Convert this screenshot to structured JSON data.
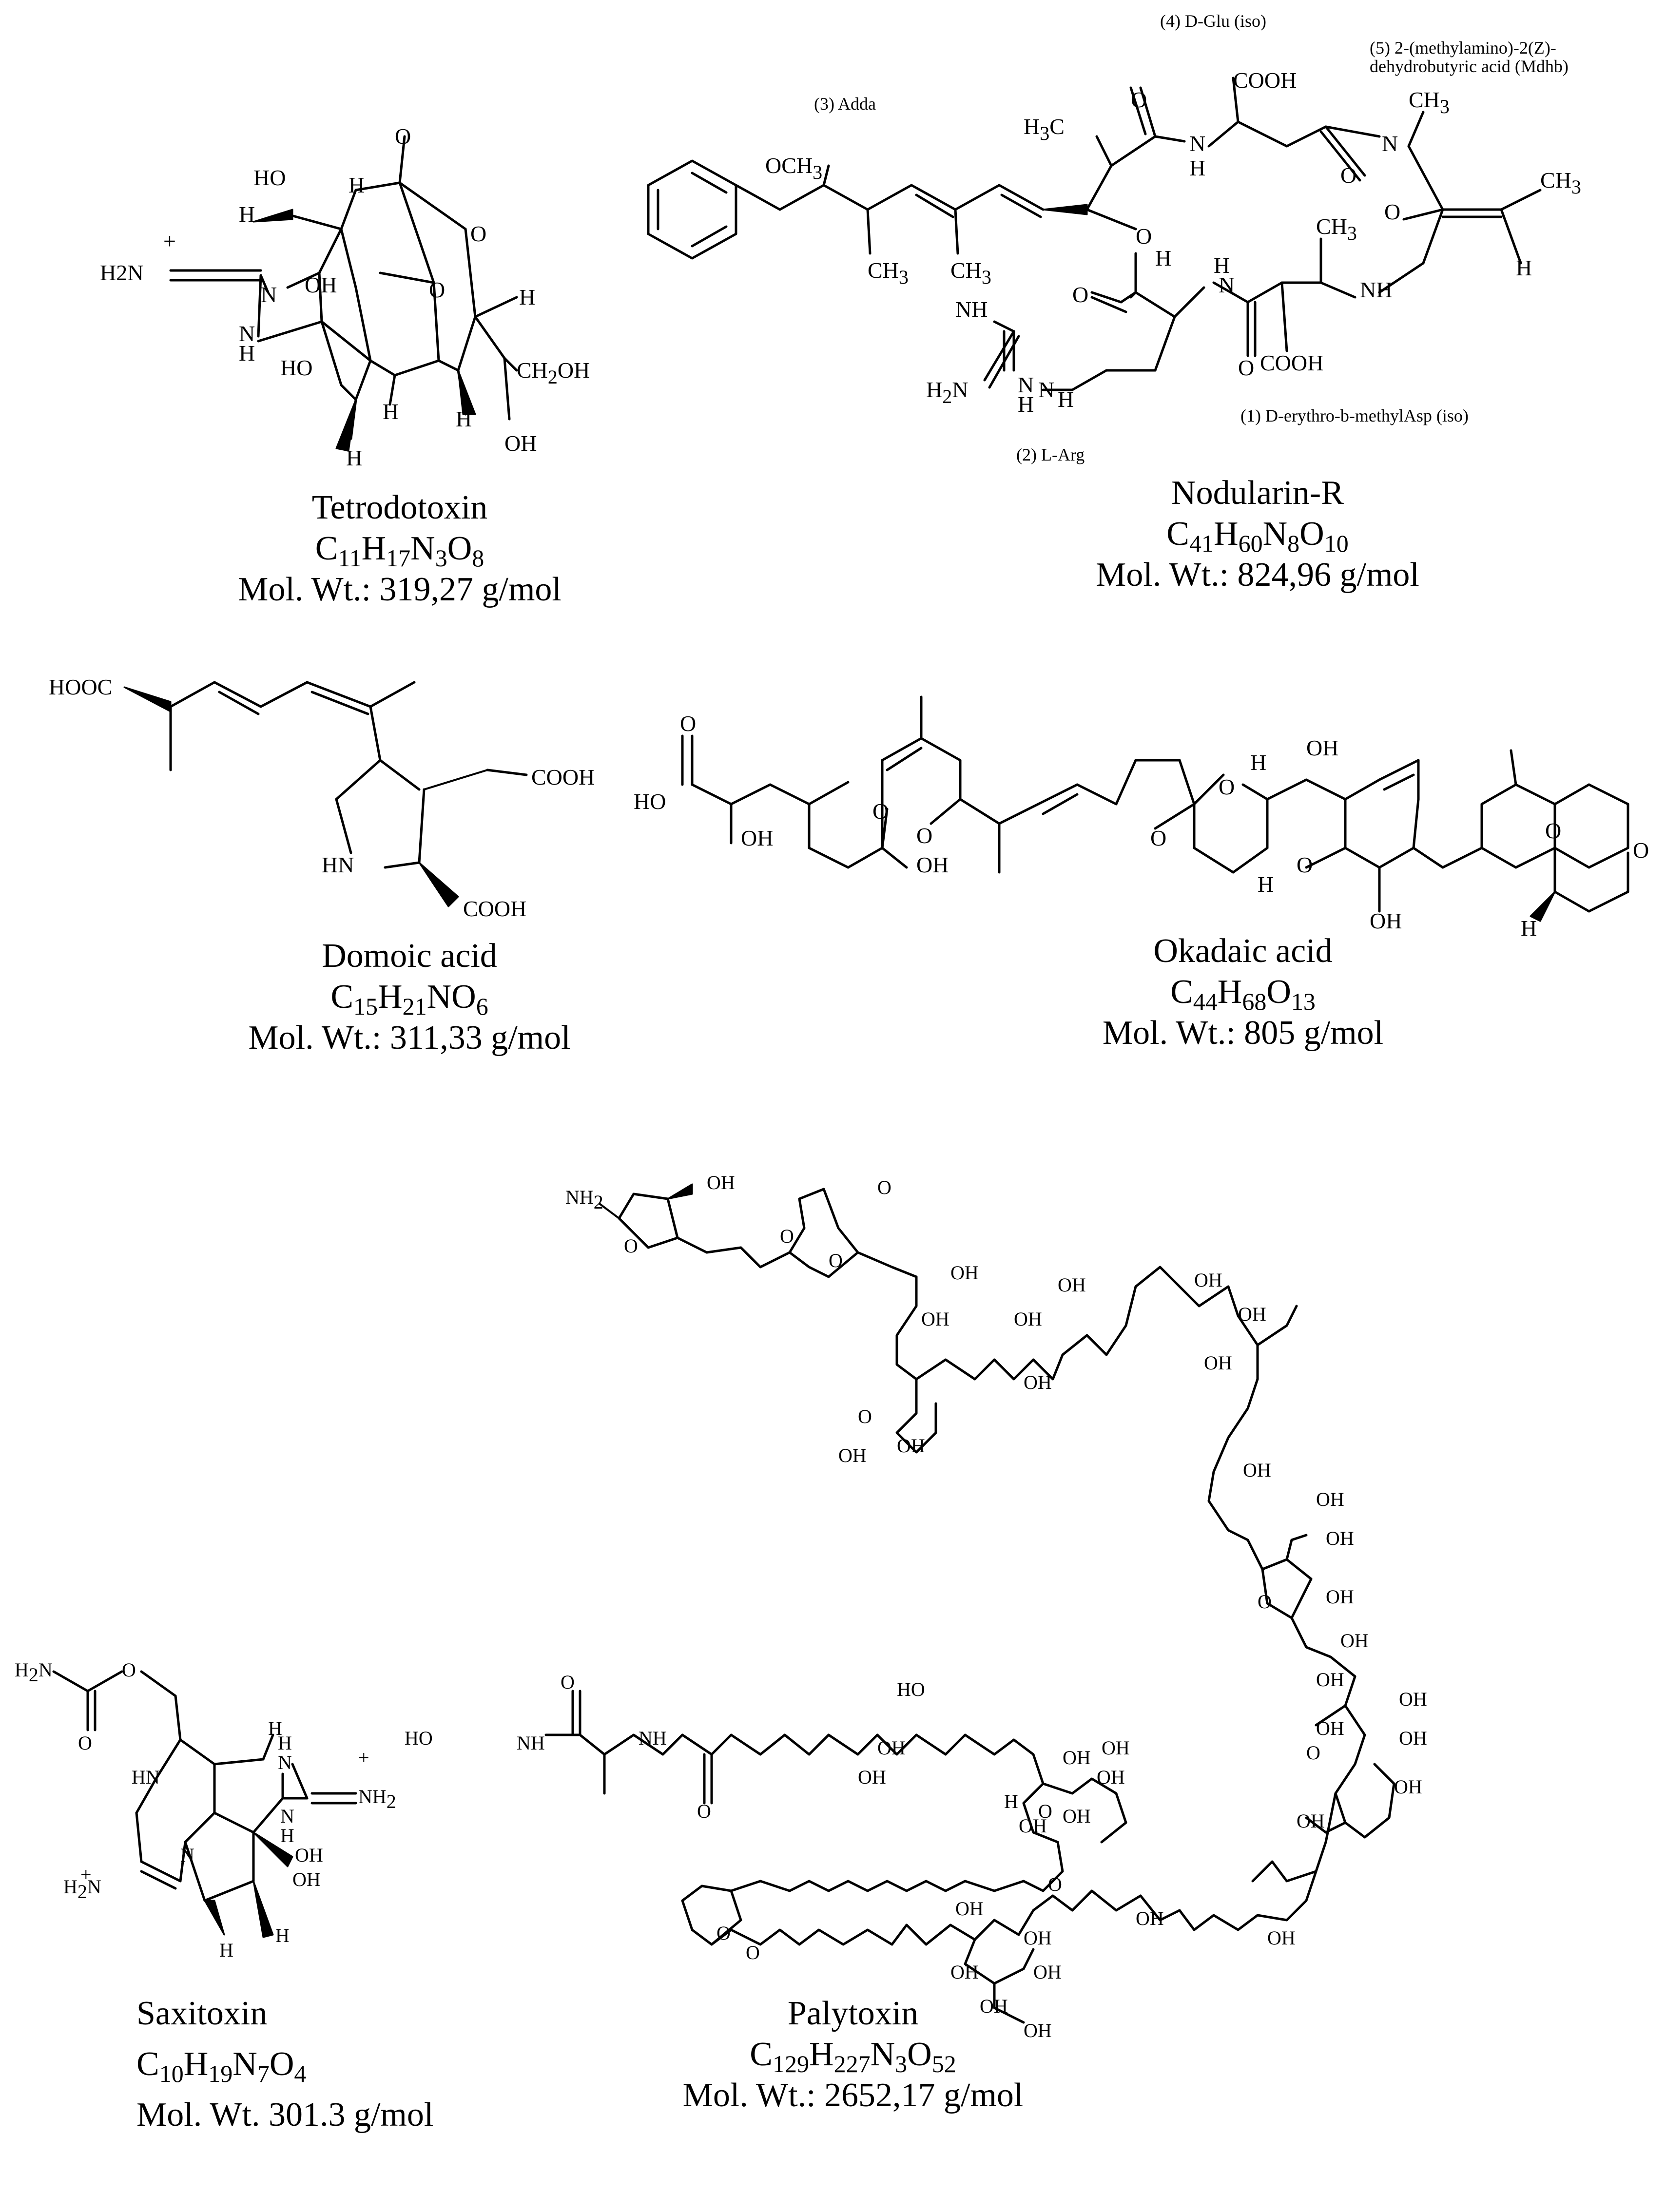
{
  "compounds": [
    {
      "name": "Tetrodotoxin",
      "formula": "C11H17N3O8",
      "mw": "Mol. Wt.: 319,27 g/mol"
    },
    {
      "name": "Nodularin-R",
      "formula": "C41H60N8O10",
      "mw": "Mol. Wt.: 824,96 g/mol"
    },
    {
      "name": "Domoic acid",
      "formula": "C15H21NO6",
      "mw": "Mol. Wt.: 311,33 g/mol"
    },
    {
      "name": "Okadaic acid",
      "formula": "C44H68O13",
      "mw": "Mol. Wt.: 805 g/mol"
    },
    {
      "name": "Saxitoxin",
      "formula": "C10H19N7O4",
      "mw": "Mol. Wt. 301.3 g/mol"
    },
    {
      "name": "Palytoxin",
      "formula": "C129H227N3O52",
      "mw": "Mol. Wt.: 2652,17 g/mol"
    }
  ],
  "nodularin_residues": {
    "r1": "(1) D-erythro-b-methylAsp (iso)",
    "r2": "(2) L-Arg",
    "r3": "(3) Adda",
    "r4": "(4) D-Glu (iso)",
    "r5_line1": "(5) 2-(methylamino)-2(Z)-",
    "r5_line2": "dehydrobutyric acid (Mdhb)"
  },
  "atom_labels": {
    "OH": "OH",
    "H": "H",
    "O": "O",
    "N": "N",
    "NH": "NH",
    "HN": "HN",
    "COOH": "COOH",
    "HOOC": "HOOC",
    "HO": "HO",
    "OCH3": "OCH3",
    "CH3": "CH3",
    "CH2OH": "CH2OH",
    "H2N": "H2N",
    "NH2": "NH2",
    "plus": "+"
  }
}
